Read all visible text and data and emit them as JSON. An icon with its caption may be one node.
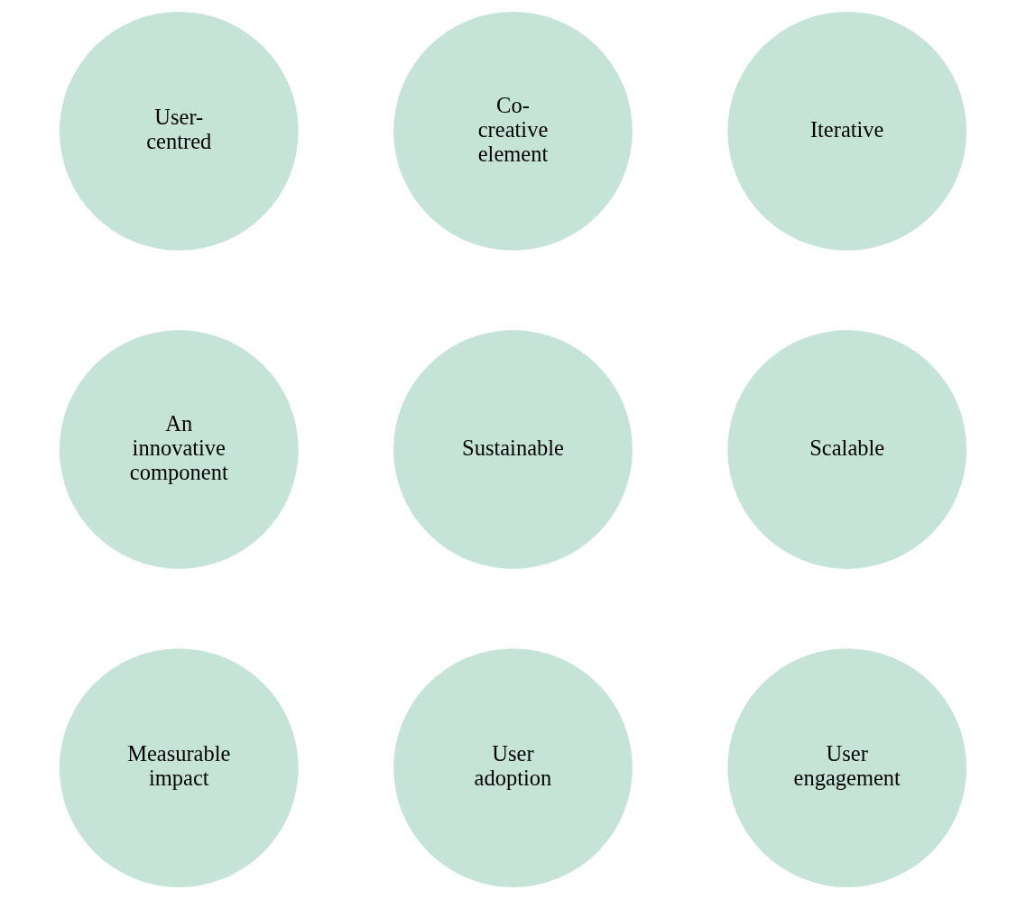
{
  "diagram": {
    "nodes": [
      {
        "text": [
          "User- centred"
        ]
      },
      {
        "text": [
          "Co- creative element"
        ]
      },
      {
        "text": [
          "Iterative"
        ]
      },
      {
        "text": [
          "An innovative component"
        ]
      },
      {
        "text": [
          "Sustainable"
        ]
      },
      {
        "text": [
          "Scalable"
        ]
      },
      {
        "text": [
          "Measurable impact"
        ]
      },
      {
        "text": [
          "User adoption"
        ]
      },
      {
        "text": [
          "User engagement"
        ]
      }
    ]
  }
}
